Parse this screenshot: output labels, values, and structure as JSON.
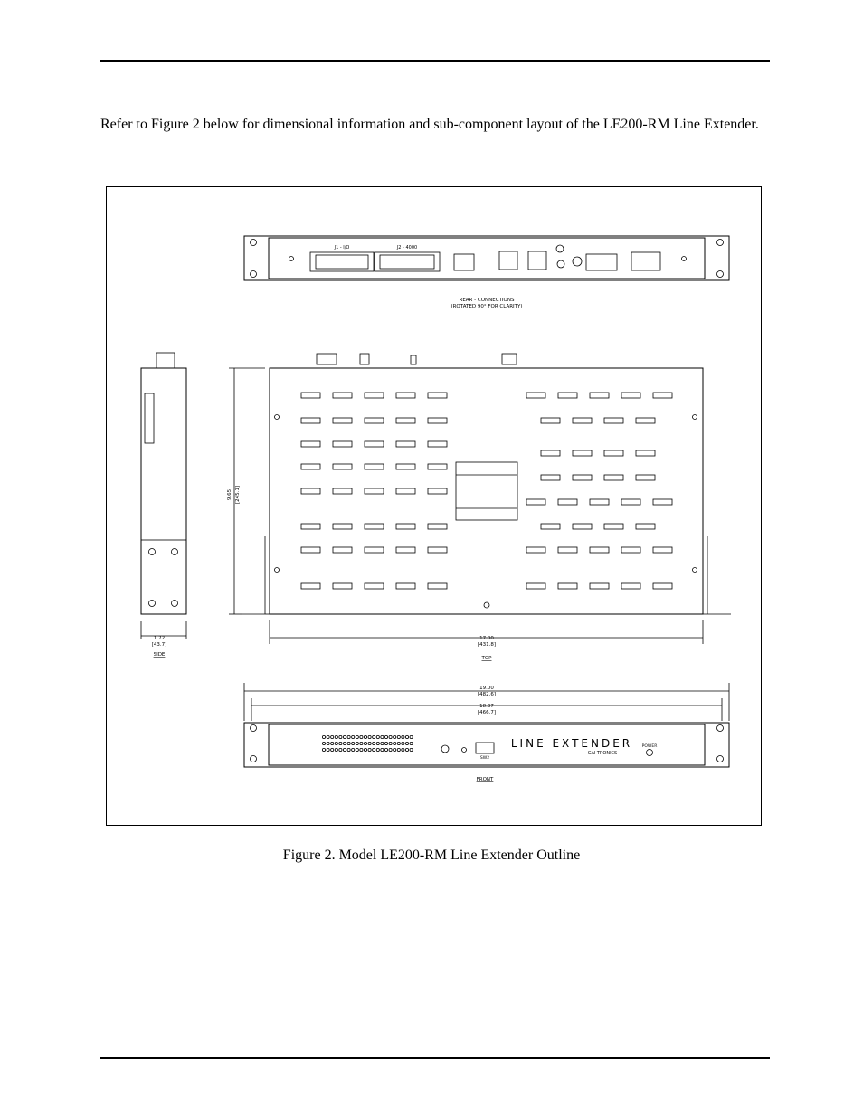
{
  "document": {
    "paragraph": "Refer to Figure 2 below for dimensional information and sub-component layout of the LE200-RM Line Extender.",
    "caption": "Figure 2.  Model LE200-RM Line Extender Outline"
  },
  "drawing": {
    "rear_view": {
      "label_line1": "REAR - CONNECTIONS",
      "label_line2": "(ROTATED 90° FOR CLARITY)",
      "connector1": "J1 - I/O",
      "connector2": "J2 - 4000"
    },
    "side_view": {
      "label": "SIDE",
      "height_dim": "1.72",
      "height_dim_mm": "[43.7]"
    },
    "top_view": {
      "label": "TOP",
      "width_dim": "17.00",
      "width_dim_mm": "[431.8]",
      "depth_dim": "9.65",
      "depth_dim_mm": "[245.1]"
    },
    "front_view": {
      "label": "FRONT",
      "overall_width": "19.00",
      "overall_width_mm": "[482.6]",
      "mount_width": "18.37",
      "mount_width_mm": "[466.7]",
      "brand_text": "LINE EXTENDER",
      "maker_text": "GAI-TRONICS",
      "power_label": "POWER",
      "switch_label": "SW2"
    }
  }
}
